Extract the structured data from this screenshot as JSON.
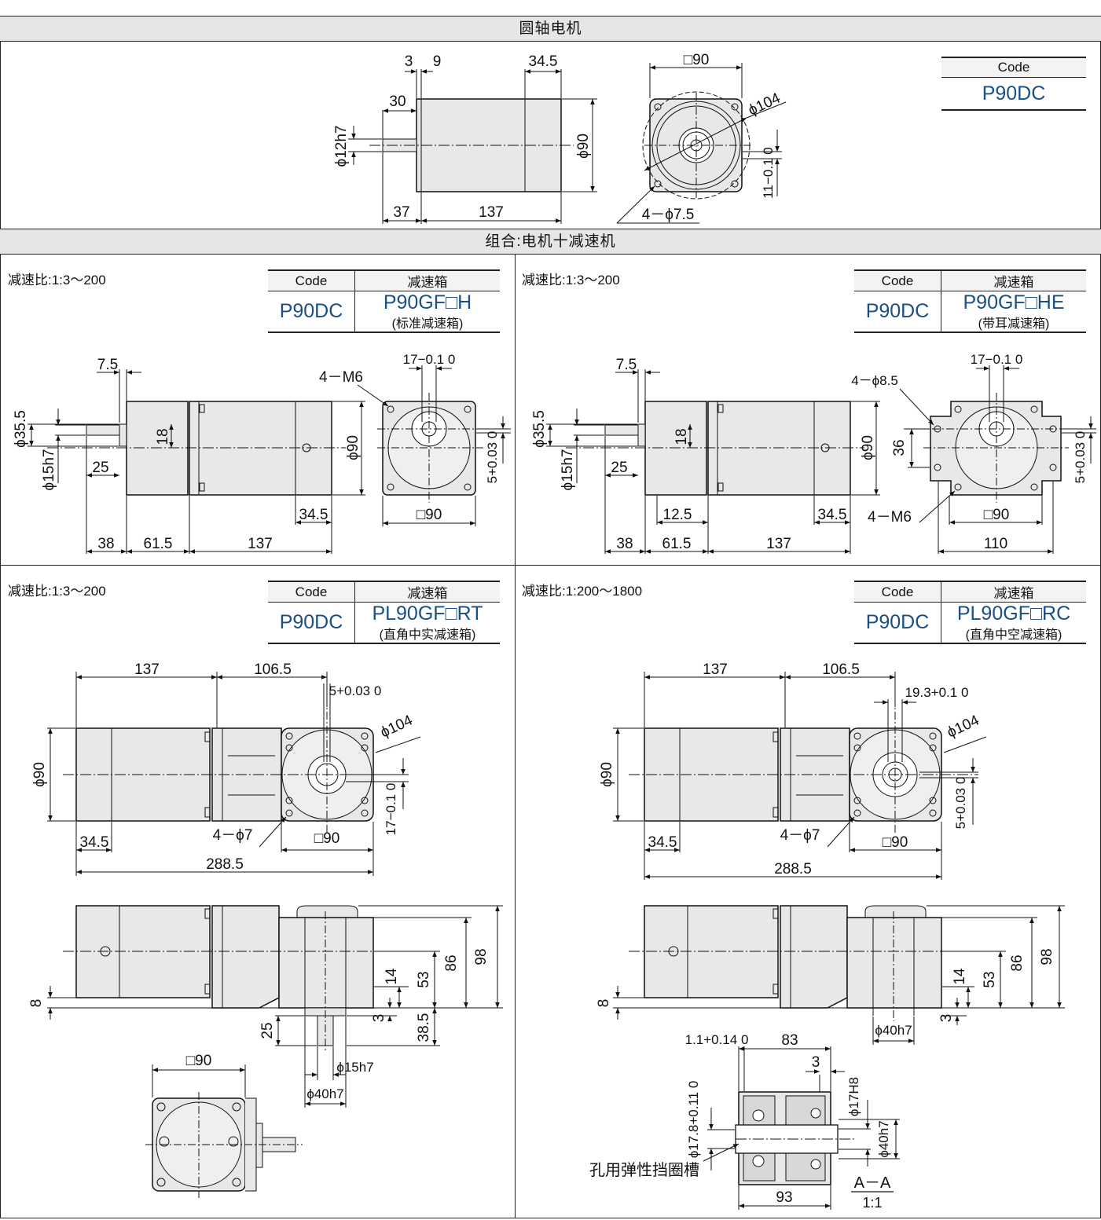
{
  "sections": {
    "round_shaft_title": "圆轴电机",
    "combo_title": "组合:电机十减速机"
  },
  "code_header": "Code",
  "gearbox_header": "减速箱",
  "motor": {
    "code": "P90DC"
  },
  "panels": [
    {
      "ratio": "减速比:1:3～200",
      "code": "P90DC",
      "gear": "P90GF□H",
      "gear_desc": "(标准减速箱)"
    },
    {
      "ratio": "减速比:1:3～200",
      "code": "P90DC",
      "gear": "P90GF□HE",
      "gear_desc": "(带耳减速箱)"
    },
    {
      "ratio": "减速比:1:3～200",
      "code": "P90DC",
      "gear": "PL90GF□RT",
      "gear_desc": "(直角中实减速箱)"
    },
    {
      "ratio": "减速比:1:200～1800",
      "code": "P90DC",
      "gear": "PL90GF□RC",
      "gear_desc": "(直角中空减速箱)"
    }
  ],
  "dims": {
    "d3": "3",
    "d9": "9",
    "d30": "30",
    "d34_5": "34.5",
    "d37": "37",
    "d137": "137",
    "phi12": "ϕ12h7",
    "phi90": "ϕ90",
    "sq90": "□90",
    "phi104": "ϕ104",
    "hole4_75": "4－ϕ7.5",
    "key11": "11−0.1 0",
    "d7_5": "7.5",
    "d25": "25",
    "d38": "38",
    "d61_5": "61.5",
    "d18": "18",
    "d12_5": "12.5",
    "phi35_5": "ϕ35.5",
    "phi15": "ϕ15h7",
    "m6": "4－M6",
    "phi8_5": "4－ϕ8.5",
    "d36": "36",
    "key17": "17−0.1 0",
    "key5": "5+0.03 0",
    "d110": "110",
    "d106_5": "106.5",
    "d288_5": "288.5",
    "hole4_7": "4－ϕ7",
    "d8": "8",
    "d14": "14",
    "d53": "53",
    "d86": "86",
    "d98": "98",
    "d38_5": "38.5",
    "phi40": "ϕ40h7",
    "key19_3": "19.3+0.1 0",
    "d83": "83",
    "d93": "93",
    "d1_1": "1.1+0.14 0",
    "phi17_8": "ϕ17.8+0.11 0",
    "phi17": "ϕ17H8",
    "snap_ring": "孔用弹性挡圈槽",
    "section": "A－A",
    "scale": "1:1"
  }
}
